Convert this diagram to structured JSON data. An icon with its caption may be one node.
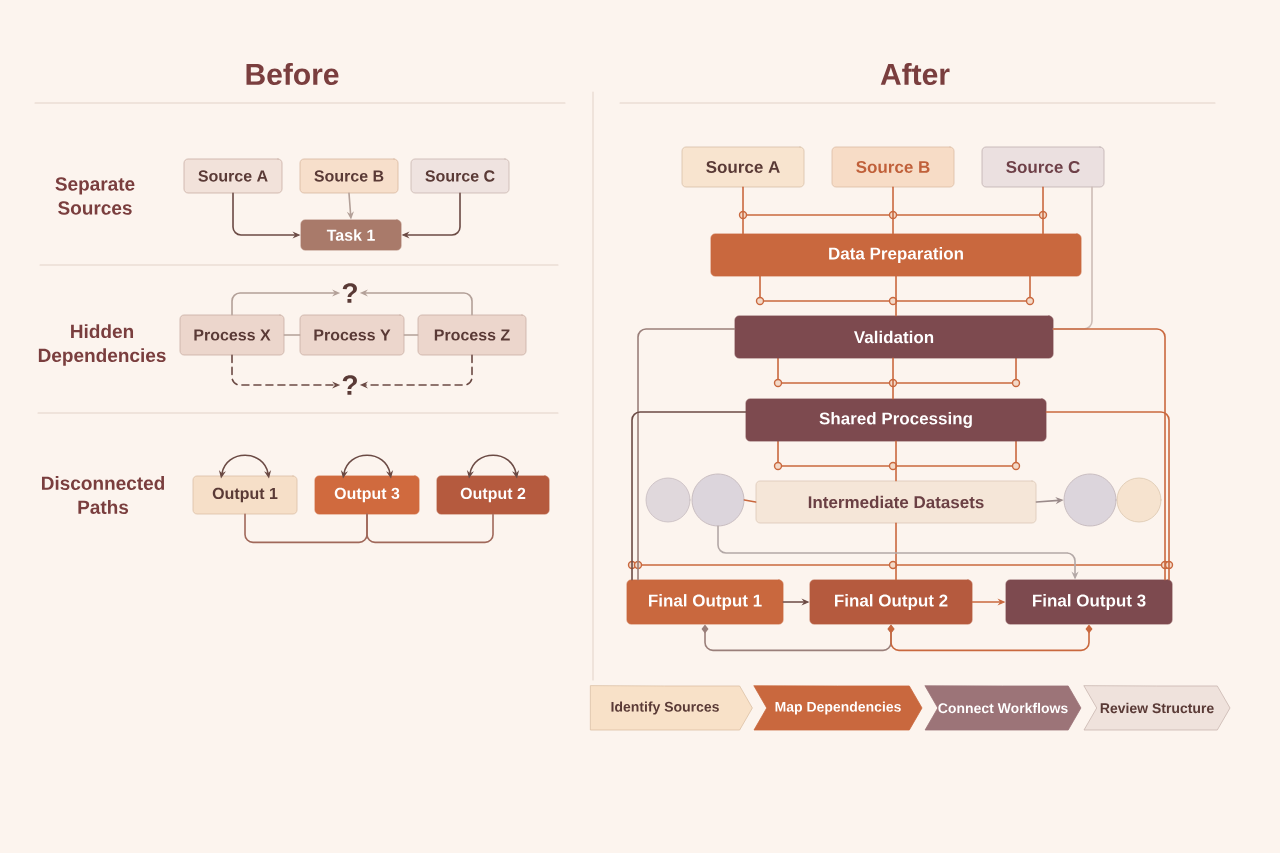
{
  "diagram": {
    "nodes": [
      {
        "text": [
          "Source A"
        ]
      },
      {
        "text": [
          "Source B"
        ]
      },
      {
        "text": [
          "Source C"
        ]
      },
      {
        "text": [
          "Task 1"
        ]
      },
      {
        "text": [
          "Process X"
        ]
      },
      {
        "text": [
          "Process Y"
        ]
      },
      {
        "text": [
          "Process Z"
        ]
      },
      {
        "text": [
          "?"
        ]
      },
      {
        "text": [
          "?"
        ]
      },
      {
        "text": [
          "Output 1"
        ]
      },
      {
        "text": [
          "Output 3"
        ]
      },
      {
        "text": [
          "Output 2"
        ]
      },
      {
        "text": [
          "Source A"
        ]
      },
      {
        "text": [
          "Source B"
        ]
      },
      {
        "text": [
          "Source C"
        ]
      },
      {
        "text": [
          "Data Preparation"
        ]
      },
      {
        "text": [
          "Validation"
        ]
      },
      {
        "text": [
          "Shared Processing"
        ]
      },
      {
        "text": [],
        "shape": "circle"
      },
      {
        "text": [],
        "shape": "circle"
      },
      {
        "text": [
          "Intermediate Datasets"
        ]
      },
      {
        "text": [],
        "shape": "circle"
      },
      {
        "text": [],
        "shape": "circle"
      },
      {
        "text": [
          "Final Output 1"
        ]
      },
      {
        "text": [
          "Final Output 2"
        ]
      },
      {
        "text": [
          "Final Output 3"
        ]
      },
      {
        "text": [
          "Identify Sources"
        ]
      },
      {
        "text": [
          "Map Dependencies"
        ]
      },
      {
        "text": [
          "Connect Workflows"
        ]
      },
      {
        "text": [
          "Review Structure"
        ]
      }
    ],
    "edges": [
      {
        "from": 0,
        "to": 3,
        "arrow": "to",
        "color": "#6b4a44"
      },
      {
        "from": 1,
        "to": 3,
        "arrow": "to",
        "color": "#b3a098"
      },
      {
        "from": 2,
        "to": 3,
        "arrow": "to",
        "color": "#6b4a44"
      },
      {
        "from": 4,
        "to": 5,
        "arrow": "none",
        "color": "#b3a098"
      },
      {
        "from": 5,
        "to": 6,
        "arrow": "none",
        "color": "#b3a098"
      },
      {
        "from": 4,
        "to": 7,
        "arrow": "to",
        "color": "#b3a098"
      },
      {
        "from": 6,
        "to": 7,
        "arrow": "to",
        "color": "#b3a098"
      },
      {
        "from": 4,
        "to": 8,
        "arrow": "to",
        "style": "dashed",
        "color": "#6b4a44"
      },
      {
        "from": 6,
        "to": 8,
        "arrow": "to",
        "style": "dashed",
        "color": "#6b4a44"
      },
      {
        "from": 9,
        "to": 9,
        "arrow": "both",
        "color": "#6b4a44"
      },
      {
        "from": 10,
        "to": 10,
        "arrow": "both",
        "color": "#6b4a44"
      },
      {
        "from": 11,
        "to": 11,
        "arrow": "both",
        "color": "#6b4a44"
      },
      {
        "from": 9,
        "to": 10,
        "arrow": "none",
        "color": "#a0685a"
      },
      {
        "from": 10,
        "to": 11,
        "arrow": "none",
        "color": "#a0685a"
      },
      {
        "from": 12,
        "to": 15,
        "arrow": "none",
        "color": "#c9683e"
      },
      {
        "from": 13,
        "to": 15,
        "arrow": "none",
        "color": "#c9683e"
      },
      {
        "from": 14,
        "to": 15,
        "arrow": "none",
        "color": "#c9683e"
      },
      {
        "from": 14,
        "to": 16,
        "arrow": "none",
        "color": "#cdbcb6"
      },
      {
        "from": 15,
        "to": 16,
        "arrow": "none",
        "color": "#c9683e"
      },
      {
        "from": 16,
        "to": 17,
        "arrow": "none",
        "color": "#c9683e"
      },
      {
        "from": 16,
        "to": 23,
        "arrow": "none",
        "color": "#9a7f7a"
      },
      {
        "from": 16,
        "to": 25,
        "arrow": "none",
        "color": "#c9683e"
      },
      {
        "from": 17,
        "to": 20,
        "arrow": "none",
        "color": "#c9683e"
      },
      {
        "from": 17,
        "to": 23,
        "arrow": "none",
        "color": "#6b4a44"
      },
      {
        "from": 17,
        "to": 25,
        "arrow": "none",
        "color": "#c9683e"
      },
      {
        "from": 19,
        "to": 20,
        "arrow": "none",
        "color": "#c9683e"
      },
      {
        "from": 20,
        "to": 21,
        "arrow": "to",
        "color": "#9a8a8a"
      },
      {
        "from": 20,
        "to": 24,
        "arrow": "none",
        "color": "#c9683e"
      },
      {
        "from": 19,
        "to": 25,
        "arrow": "to",
        "color": "#b3a8a6"
      },
      {
        "from": 23,
        "to": 24,
        "arrow": "to",
        "color": "#6b4a44"
      },
      {
        "from": 24,
        "to": 25,
        "arrow": "to",
        "color": "#c9683e"
      },
      {
        "from": 23,
        "to": 24,
        "arrow": "other",
        "color": "#9a7f7a"
      },
      {
        "from": 24,
        "to": 25,
        "arrow": "other",
        "color": "#c9683e"
      }
    ],
    "labels": [
      "Before",
      "After",
      "Separate Sources",
      "Hidden Dependencies",
      "Disconnected Paths"
    ]
  }
}
